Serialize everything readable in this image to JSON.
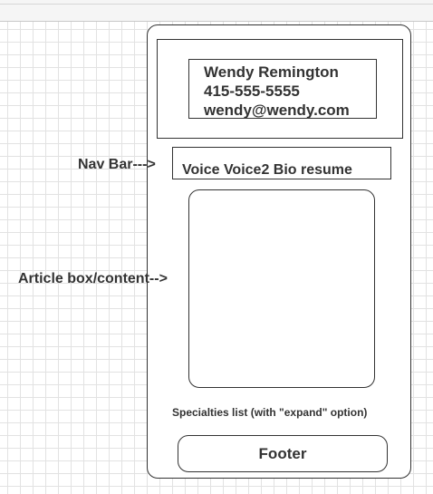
{
  "header": {
    "name": "Wendy Remington",
    "phone": "415-555-5555",
    "email": "wendy@wendy.com"
  },
  "nav": {
    "items_text": "Voice Voice2 Bio resume"
  },
  "specialties": {
    "text": "Specialties list (with \"expand\" option)"
  },
  "footer": {
    "label": "Footer"
  },
  "annotations": {
    "nav_bar": "Nav Bar--->",
    "article": "Article box/content-->"
  }
}
